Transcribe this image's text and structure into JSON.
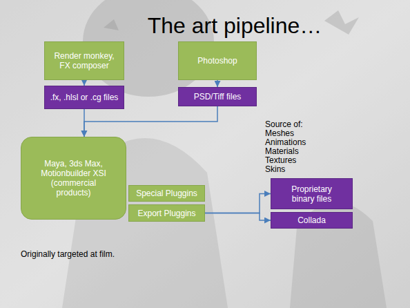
{
  "diagram": {
    "title": "The art pipeline…",
    "nodes": [
      {
        "text": [
          "Render monkey, FX composer"
        ]
      },
      {
        "text": [
          "Photoshop"
        ]
      },
      {
        "text": [
          ".fx, .hlsl or .cg files"
        ]
      },
      {
        "text": [
          "PSD/Tiff files"
        ]
      },
      {
        "text": [
          "Maya, 3ds Max, Motionbuilder XSI (commercial products)"
        ]
      },
      {
        "text": [
          "Special Pluggins"
        ]
      },
      {
        "text": [
          "Export Pluggins"
        ]
      },
      {
        "text": [
          "Proprietary binary files"
        ]
      },
      {
        "text": [
          "Collada"
        ]
      }
    ],
    "edges": [
      {
        "from": 0,
        "to": 2,
        "arrow": "to"
      },
      {
        "from": 1,
        "to": 3,
        "arrow": "to"
      },
      {
        "from": 2,
        "to": 4,
        "arrow": "to"
      },
      {
        "from": 3,
        "to": 4,
        "arrow": "to"
      },
      {
        "from": 6,
        "to": 7,
        "arrow": "to"
      },
      {
        "from": 6,
        "to": 8,
        "arrow": "to"
      }
    ],
    "labels": [
      "Source of: Meshes Animations Materials Textures Skins",
      "Originally targeted at film."
    ]
  }
}
